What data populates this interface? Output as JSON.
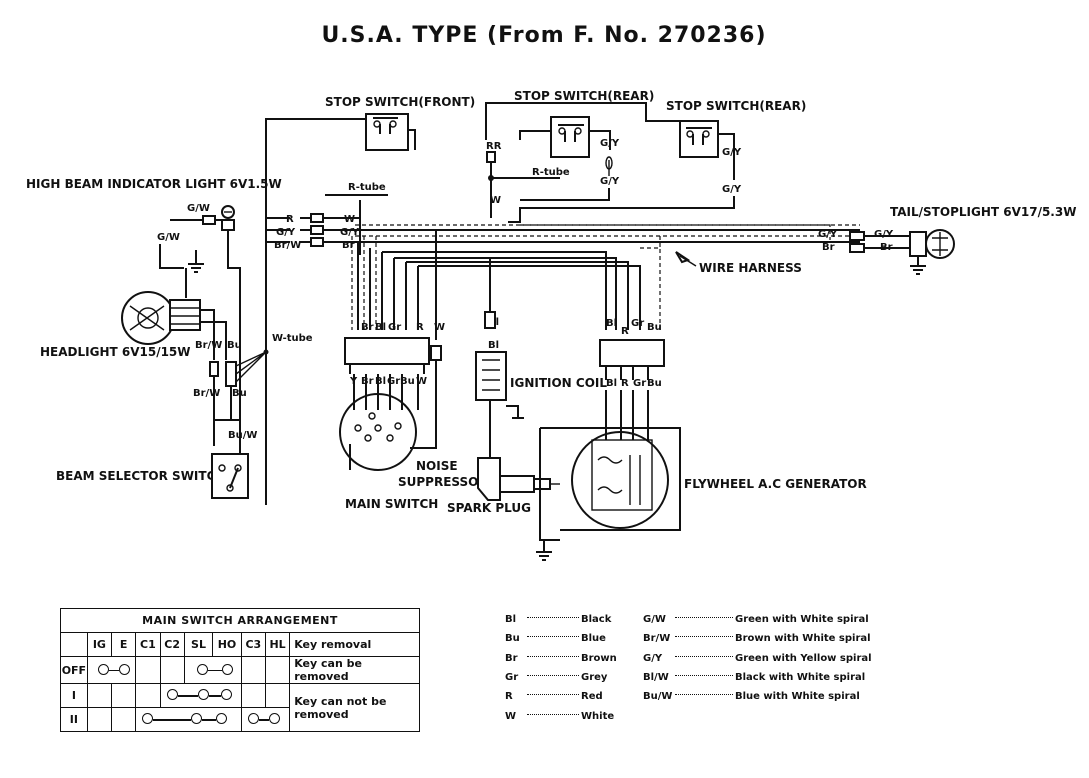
{
  "title": "U.S.A. TYPE (From F. No. 270236)",
  "labels": {
    "stop_switch_front": "STOP SWITCH(FRONT)",
    "stop_switch_rear_1": "STOP SWITCH(REAR)",
    "stop_switch_rear_2": "STOP SWITCH(REAR)",
    "high_beam": "HIGH BEAM INDICATOR LIGHT 6V1.5W",
    "tail_stoplight": "TAIL/STOPLIGHT 6V17/5.3W",
    "wire_harness": "WIRE HARNESS",
    "headlight": "HEADLIGHT 6V15/15W",
    "ignition_coil": "IGNITION COIL",
    "noise_suppressor_1": "NOISE",
    "noise_suppressor_2": "SUPPRESSOR",
    "spark_plug": "SPARK PLUG",
    "main_switch": "MAIN SWITCH",
    "beam_selector": "BEAM SELECTOR SWITCH",
    "flywheel": "FLYWHEEL A.C GENERATOR",
    "r_tube_1": "R-tube",
    "r_tube_2": "R-tube",
    "w_tube": "W-tube"
  },
  "wire_tags": {
    "gw_top": "G/W",
    "gw_left": "G/W",
    "r_harn": "R",
    "gy_harn": "G/Y",
    "brw_harn": "Br/W",
    "w_harn": "W",
    "gy_harn2": "G/Y",
    "br_harn2": "Br",
    "rr": "RR",
    "w_rear": "W",
    "gy_r1a": "G/Y",
    "gy_r1b": "G/Y",
    "gy_r2a": "G/Y",
    "gy_r2b": "G/Y",
    "gy_tail1": "G/Y",
    "gy_tail2": "G/Y",
    "br_tail1": "Br",
    "br_tail2": "Br",
    "brw_hl1": "Br/W",
    "bu_hl": "Bu",
    "brw_hl2": "Br/W",
    "bu_hl2": "Bu",
    "buw": "Bu/W",
    "ms_br": "Br",
    "ms_bl": "Bl",
    "ms_gr": "Gr",
    "ms_r": "R",
    "ms_y": "Y",
    "ms_br2": "Br",
    "ms_bl2": "Bl",
    "ms_gr2": "Gr",
    "ms_bu": "Bu",
    "ms_w": "W",
    "ns_w": "W",
    "ic_bl1": "Bl",
    "ic_bl2": "Bl",
    "gen_bl": "Bl",
    "gen_r": "R",
    "gen_gr": "Gr",
    "gen_bu": "Bu",
    "gen_bl2": "Bl",
    "gen_r2": "R",
    "gen_gr2": "Gr",
    "gen_bu2": "Bu"
  },
  "main_switch_arrangement": {
    "caption": "MAIN SWITCH ARRANGEMENT",
    "headers": [
      "IG",
      "E",
      "C1",
      "C2",
      "SL",
      "HO",
      "C3",
      "HL"
    ],
    "key_header": "Key removal",
    "rows": [
      {
        "position": "OFF",
        "key": "Key can be removed"
      },
      {
        "position": "I",
        "key": "Key can not be removed"
      },
      {
        "position": "II",
        "key": ""
      }
    ]
  },
  "color_code": {
    "left": [
      {
        "code": "Bl",
        "name": "Black"
      },
      {
        "code": "Bu",
        "name": "Blue"
      },
      {
        "code": "Br",
        "name": "Brown"
      },
      {
        "code": "Gr",
        "name": "Grey"
      },
      {
        "code": "R",
        "name": "Red"
      },
      {
        "code": "W",
        "name": "White"
      }
    ],
    "right": [
      {
        "code": "G/W",
        "name": "Green with White spiral"
      },
      {
        "code": "Br/W",
        "name": "Brown with White spiral"
      },
      {
        "code": "G/Y",
        "name": "Green with Yellow spiral"
      },
      {
        "code": "Bl/W",
        "name": "Black with White spiral"
      },
      {
        "code": "Bu/W",
        "name": "Blue with White spiral"
      }
    ]
  }
}
